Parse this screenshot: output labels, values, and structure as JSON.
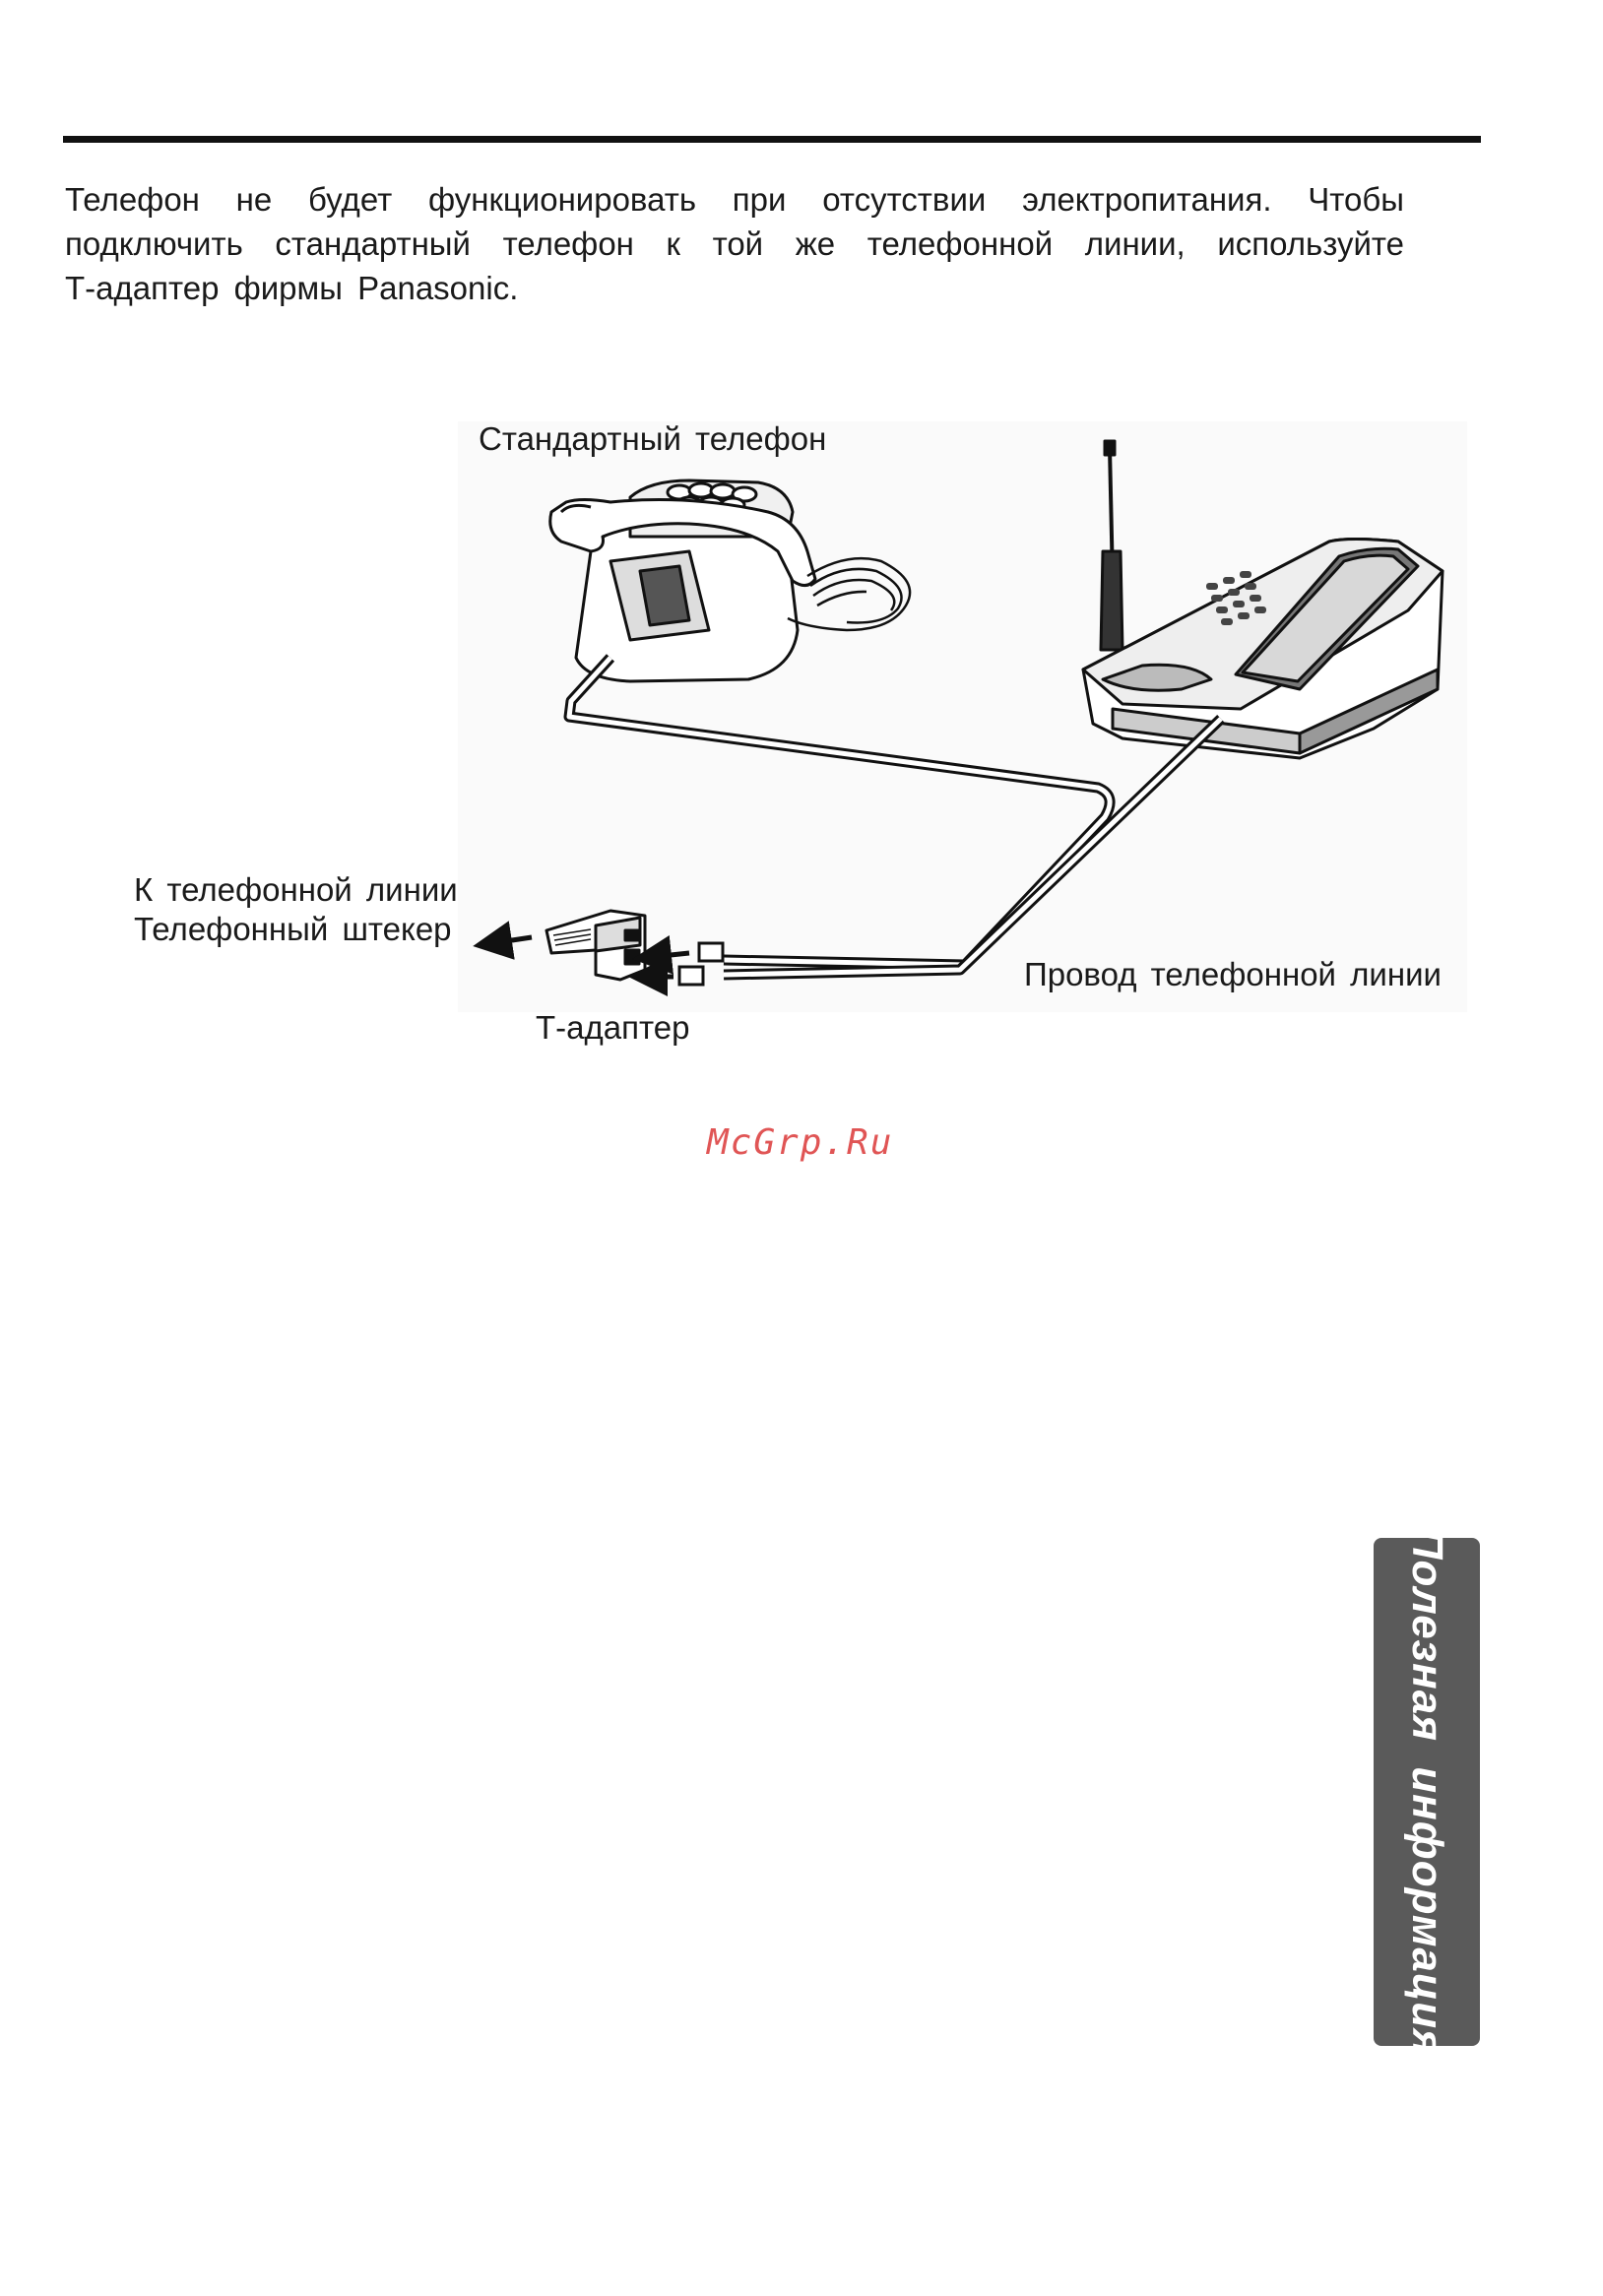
{
  "intro": {
    "line1": "Телефон не будет функционировать при отсутствии электропитания. Чтобы",
    "line2": "подключить стандартный телефон к той же телефонной линии, используйте",
    "line3": "Т-адаптер фирмы Panasonic."
  },
  "diagram": {
    "standard_phone_label": "Стандартный телефон",
    "to_line_label": "К телефонной линии",
    "plug_label": "Телефонный штекер",
    "t_adapter_label": "Т-адаптер",
    "line_cord_label": "Провод телефонной линии"
  },
  "watermark": "McGrp.Ru",
  "side_tab": {
    "label": "Полезная информация"
  }
}
